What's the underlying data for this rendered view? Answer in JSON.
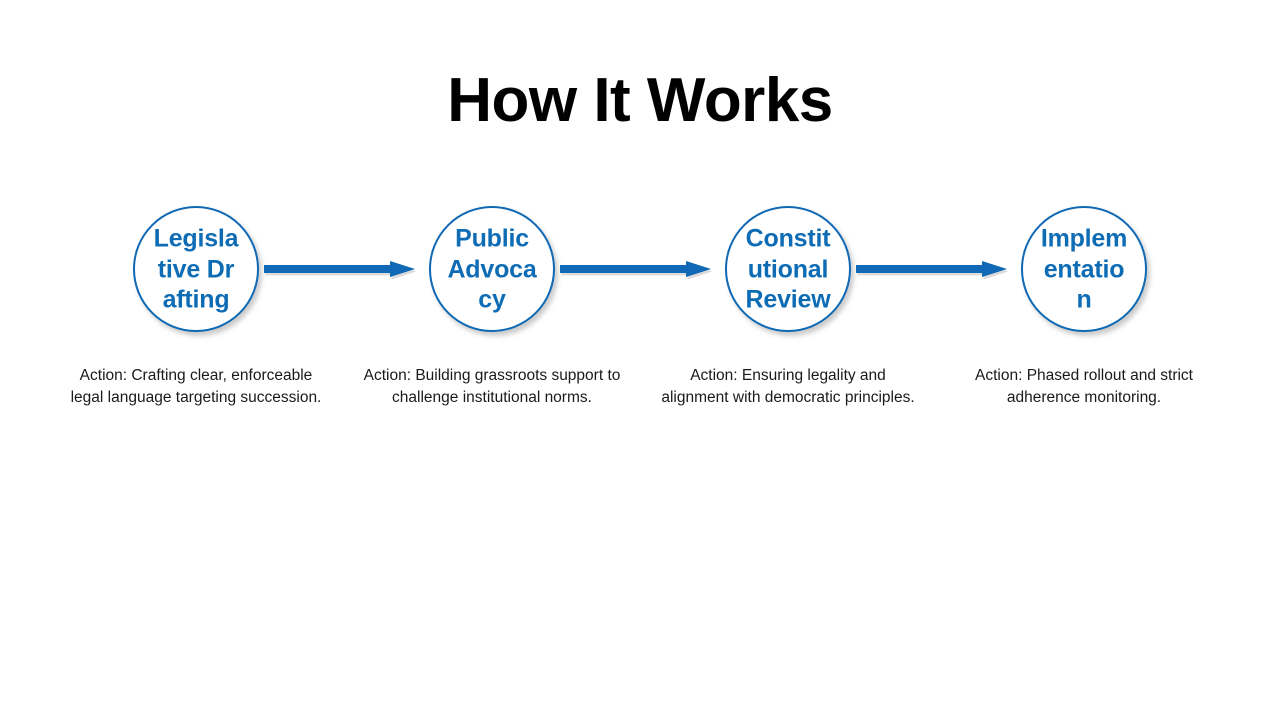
{
  "slide": {
    "title": "How It Works",
    "background_color": "#ffffff",
    "accent_color": "#1069B4",
    "label_color": "#0E6CB5",
    "caption_color": "#1a1a1a"
  },
  "diagram": {
    "type": "process-flow",
    "orientation": "horizontal",
    "shape": "circle",
    "connector": "solid-arrow",
    "steps": [
      {
        "index": 1,
        "label": "Legislative Drafting",
        "caption": "Action: Crafting clear, enforceable legal language targeting succession."
      },
      {
        "index": 2,
        "label": "Public Advocacy",
        "caption": "Action: Building grassroots support to challenge institutional norms."
      },
      {
        "index": 3,
        "label": "Constitutional Review",
        "caption": "Action: Ensuring legality and alignment with democratic principles."
      },
      {
        "index": 4,
        "label": "Implementation",
        "caption": "Action: Phased rollout and strict adherence monitoring."
      }
    ],
    "arrows": [
      {
        "from": 1,
        "to": 2
      },
      {
        "from": 2,
        "to": 3
      },
      {
        "from": 3,
        "to": 4
      }
    ]
  }
}
